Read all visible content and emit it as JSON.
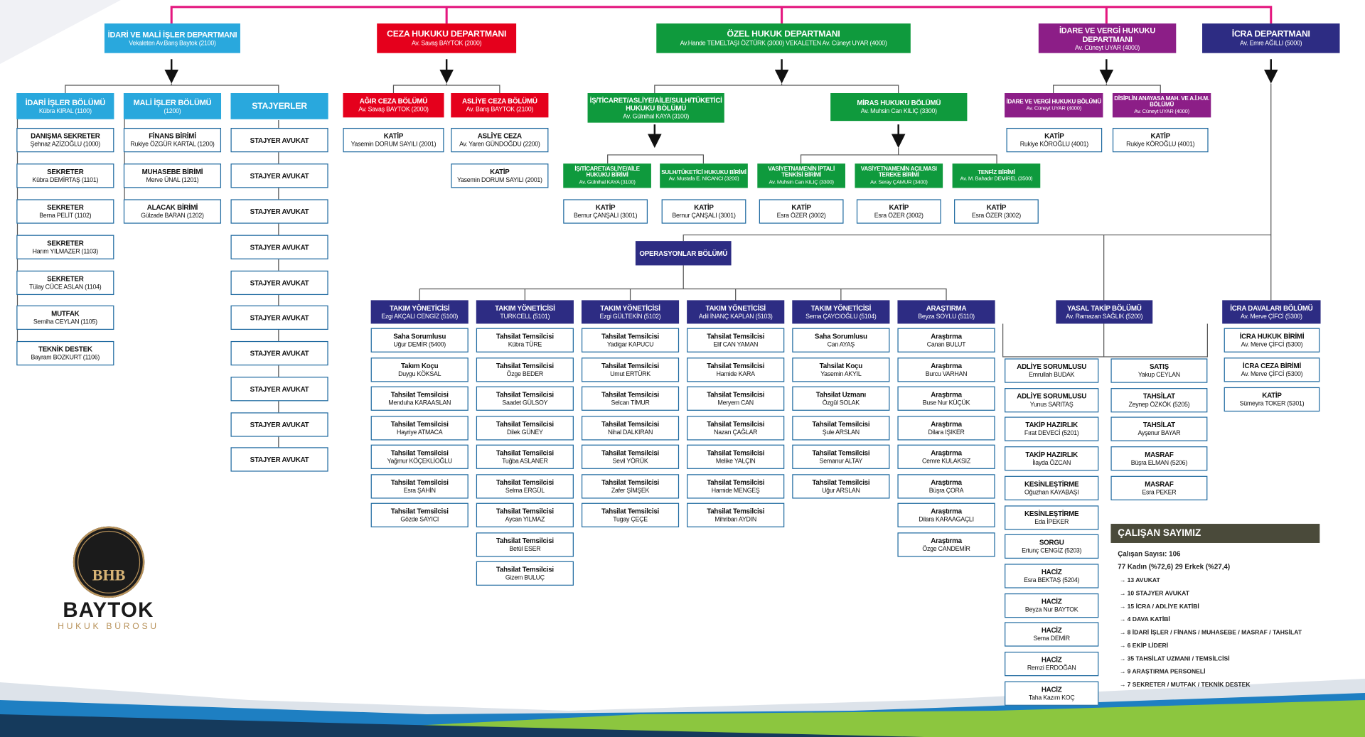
{
  "departments": {
    "idari_mali": {
      "title": "İDARİ VE MALİ İŞLER DEPARTMANI",
      "sub": "Vekaleten Av.Barış Baytok (2100)"
    },
    "ceza": {
      "title": "CEZA HUKUKU DEPARTMANI",
      "sub": "Av. Savaş BAYTOK (2000)"
    },
    "ozel": {
      "title": "ÖZEL HUKUK DEPARTMANI",
      "sub": "Av.Hande TEMELTAŞI ÖZTÜRK (3000) VEKALETEN Av. Cüneyt UYAR (4000)"
    },
    "idare_vergi": {
      "title": "İDARE VE VERGİ HUKUKU DEPARTMANI",
      "sub": "Av. Cüneyt UYAR (4000)"
    },
    "icra": {
      "title": "İCRA DEPARTMANI",
      "sub": "Av. Emre AĞILLI (5000)"
    }
  },
  "idari_bolum": {
    "title": "İDARİ İŞLER BÖLÜMÜ",
    "sub": "Kübra KIRAL (1100)"
  },
  "mali_bolum": {
    "title": "MALİ İŞLER BÖLÜMÜ",
    "sub": "(1200)"
  },
  "stajyerler": {
    "title": "STAJYERLER"
  },
  "idari_staff": [
    {
      "t": "DANIŞMA SEKRETER",
      "s": "Şehnaz AZİZOĞLU (1000)"
    },
    {
      "t": "SEKRETER",
      "s": "Kübra DEMİRTAŞ (1101)"
    },
    {
      "t": "SEKRETER",
      "s": "Berna PELİT (1102)"
    },
    {
      "t": "SEKRETER",
      "s": "Harım YILMAZER (1103)"
    },
    {
      "t": "SEKRETER",
      "s": "Tülay CÜCE ASLAN (1104)"
    },
    {
      "t": "MUTFAK",
      "s": "Semiha CEYLAN (1105)"
    },
    {
      "t": "TEKNİK DESTEK",
      "s": "Bayram BOZKURT (1106)"
    }
  ],
  "mali_staff": [
    {
      "t": "FİNANS BİRİMİ",
      "s": "Rukiye ÖZGÜR KARTAL (1200)"
    },
    {
      "t": "MUHASEBE BİRİMİ",
      "s": "Merve ÜNAL (1201)"
    },
    {
      "t": "ALACAK BİRİMİ",
      "s": "Gülzade BARAN (1202)"
    }
  ],
  "stajyer_label": "STAJYER AVUKAT",
  "ceza_units": [
    {
      "t": "AĞIR CEZA BÖLÜMÜ",
      "s": "Av. Savaş BAYTOK (2000)"
    },
    {
      "t": "ASLİYE CEZA BÖLÜMÜ",
      "s": "Av. Barış BAYTOK (2100)"
    }
  ],
  "ceza_staff": {
    "agir_katip": {
      "t": "KATİP",
      "s": "Yasemin DORUM SAYILI (2001)"
    },
    "asliye_ceza": {
      "t": "ASLİYE CEZA",
      "s": "Av. Yaren GÜNDOĞDU (2200)"
    },
    "asliye_katip": {
      "t": "KATİP",
      "s": "Yasemin DORUM SAYILI (2001)"
    }
  },
  "ozel_units": [
    {
      "t": "İŞ/TİCARET/ASLİYE/AİLE/SULH/TÜKETİCİ HUKUKU BÖLÜMÜ",
      "s": "Av. Gülnihal KAYA (3100)"
    },
    {
      "t": "MİRAS HUKUKU BÖLÜMÜ",
      "s": "Av. Muhsin Can KILIÇ (3300)"
    }
  ],
  "ozel_subunits": [
    {
      "t": "İŞ/TİCARET/ASLİYE/AİLE HUKUKU BİRİMİ",
      "s": "Av. Gülnihal KAYA (3100)"
    },
    {
      "t": "SULH/TÜKETİCİ HUKUKU BİRİMİ",
      "s": "Av. Mustafa E. NİCANCI (3200)"
    },
    {
      "t": "VASİYETNAMENİN İPTALİ TENKİSİ BİRİMİ",
      "s": "Av. Muhsin Can KILIÇ (3300)"
    },
    {
      "t": "VASİYETNAMENİN AÇILMASI TEREKE BİRİMİ",
      "s": "Av. Seray ÇAMUR (3400)"
    },
    {
      "t": "TENFİZ BİRİMİ",
      "s": "Av. M. Bahadır DEMİREL (3500)"
    }
  ],
  "ozel_katips": [
    {
      "t": "KATİP",
      "s": "Bernur ÇANŞALI (3001)"
    },
    {
      "t": "KATİP",
      "s": "Bernur ÇANŞALI (3001)"
    },
    {
      "t": "KATİP",
      "s": "Esra ÖZER (3002)"
    },
    {
      "t": "KATİP",
      "s": "Esra ÖZER (3002)"
    },
    {
      "t": "KATİP",
      "s": "Esra ÖZER (3002)"
    }
  ],
  "idare_units": [
    {
      "t": "İDARE VE VERGİ HUKUKU BÖLÜMÜ",
      "s": "Av. Cüneyt UYAR (4000)"
    },
    {
      "t": "DİSİPLİN ANAYASA MAH. VE A.İ.H.M. BÖLÜMÜ",
      "s": "Av. Cüneyt UYAR (4000)"
    }
  ],
  "idare_katips": [
    {
      "t": "KATİP",
      "s": "Rukiye KÖROĞLU (4001)"
    },
    {
      "t": "KATİP",
      "s": "Rukiye KÖROĞLU (4001)"
    }
  ],
  "operasyon": {
    "title": "OPERASYONLAR BÖLÜMÜ"
  },
  "teams": [
    {
      "t": "TAKIM YÖNETİCİSİ",
      "s": "Ezgi AKÇALI CENGİZ (5100)",
      "members": [
        {
          "t": "Saha Sorumlusu",
          "s": "Uğur DEMİR (5400)"
        },
        {
          "t": "Takım Koçu",
          "s": "Duygu KÖKSAL"
        },
        {
          "t": "Tahsilat Temsilcisi",
          "s": "Menduha KARAASLAN"
        },
        {
          "t": "Tahsilat Temsilcisi",
          "s": "Hayriye ATMACA"
        },
        {
          "t": "Tahsilat Temsilcisi",
          "s": "Yağmur KÖÇEKLİOĞLU"
        },
        {
          "t": "Tahsilat Temsilcisi",
          "s": "Esra ŞAHİN"
        },
        {
          "t": "Tahsilat Temsilcisi",
          "s": "Gözde SAYICI"
        }
      ]
    },
    {
      "t": "TAKIM YÖNETİCİSİ",
      "s": "TURKCELL (5101)",
      "members": [
        {
          "t": "Tahsilat Temsilcisi",
          "s": "Kübra TÜRE"
        },
        {
          "t": "Tahsilat Temsilcisi",
          "s": "Özge BEDER"
        },
        {
          "t": "Tahsilat Temsilcisi",
          "s": "Saadet GÜLSOY"
        },
        {
          "t": "Tahsilat Temsilcisi",
          "s": "Dilek GÜNEY"
        },
        {
          "t": "Tahsilat Temsilcisi",
          "s": "Tuğba ASLANER"
        },
        {
          "t": "Tahsilat Temsilcisi",
          "s": "Selma ERGÜL"
        },
        {
          "t": "Tahsilat Temsilcisi",
          "s": "Aycan YILMAZ"
        },
        {
          "t": "Tahsilat Temsilcisi",
          "s": "Betül ESER"
        },
        {
          "t": "Tahsilat Temsilcisi",
          "s": "Gizem BULUÇ"
        }
      ]
    },
    {
      "t": "TAKIM YÖNETİCİSİ",
      "s": "Ezgi GÜLTEKİN (5102)",
      "members": [
        {
          "t": "Tahsilat Temsilcisi",
          "s": "Yadigar KAPUCU"
        },
        {
          "t": "Tahsilat Temsilcisi",
          "s": "Umut ERTÜRK"
        },
        {
          "t": "Tahsilat Temsilcisi",
          "s": "Selcan TİMUR"
        },
        {
          "t": "Tahsilat Temsilcisi",
          "s": "Nihal DALKIRAN"
        },
        {
          "t": "Tahsilat Temsilcisi",
          "s": "Sevil YÖRÜK"
        },
        {
          "t": "Tahsilat Temsilcisi",
          "s": "Zafer ŞİMŞEK"
        },
        {
          "t": "Tahsilat Temsilcisi",
          "s": "Tugay ÇEÇE"
        }
      ]
    },
    {
      "t": "TAKIM YÖNETİCİSİ",
      "s": "Adil İNANÇ KAPLAN (5103)",
      "members": [
        {
          "t": "Tahsilat Temsilcisi",
          "s": "Elif CAN YAMAN"
        },
        {
          "t": "Tahsilat Temsilcisi",
          "s": "Hamide KARA"
        },
        {
          "t": "Tahsilat Temsilcisi",
          "s": "Meryem CAN"
        },
        {
          "t": "Tahsilat Temsilcisi",
          "s": "Nazan ÇAĞLAR"
        },
        {
          "t": "Tahsilat Temsilcisi",
          "s": "Melike YALÇIN"
        },
        {
          "t": "Tahsilat Temsilcisi",
          "s": "Hamide MENGEŞ"
        },
        {
          "t": "Tahsilat Temsilcisi",
          "s": "Mihriban AYDIN"
        }
      ]
    },
    {
      "t": "TAKIM YÖNETİCİSİ",
      "s": "Sema ÇAYCIOĞLU (5104)",
      "members": [
        {
          "t": "Saha Sorumlusu",
          "s": "Can AYAŞ"
        },
        {
          "t": "Tahsilat Koçu",
          "s": "Yasemin AKYIL"
        },
        {
          "t": "Tahsilat Uzmanı",
          "s": "Özgül SOLAK"
        },
        {
          "t": "Tahsilat Temsilcisi",
          "s": "Şule ARSLAN"
        },
        {
          "t": "Tahsilat Temsilcisi",
          "s": "Semanur ALTAY"
        },
        {
          "t": "Tahsilat Temsilcisi",
          "s": "Uğur ARSLAN"
        }
      ]
    },
    {
      "t": "ARAŞTIRMA",
      "s": "Beyza SOYLU (5110)",
      "members": [
        {
          "t": "Araştırma",
          "s": "Canan BULUT"
        },
        {
          "t": "Araştırma",
          "s": "Burcu VARHAN"
        },
        {
          "t": "Araştırma",
          "s": "Buse Nur KÜÇÜK"
        },
        {
          "t": "Araştırma",
          "s": "Dilara IŞIKER"
        },
        {
          "t": "Araştırma",
          "s": "Cemre KULAKSIZ"
        },
        {
          "t": "Araştırma",
          "s": "Büşra ÇORA"
        },
        {
          "t": "Araştırma",
          "s": "Dilara KARAAGAÇLI"
        },
        {
          "t": "Araştırma",
          "s": "Özge CANDEMİR"
        }
      ]
    }
  ],
  "yasal_takip": {
    "t": "YASAL TAKİP BÖLÜMÜ",
    "s": "Av. Ramazan SAĞLIK (5200)",
    "left": [
      {
        "t": "ADLİYE SORUMLUSU",
        "s": "Emrullah BUDAK"
      },
      {
        "t": "ADLİYE SORUMLUSU",
        "s": "Yunus SARITAŞ"
      },
      {
        "t": "TAKİP HAZIRLIK",
        "s": "Fırat DEVECİ (5201)"
      },
      {
        "t": "TAKİP HAZIRLIK",
        "s": "İlayda ÖZCAN"
      },
      {
        "t": "KESİNLEŞTİRME",
        "s": "Oğuzhan KAYABAŞI"
      },
      {
        "t": "KESİNLEŞTİRME",
        "s": "Eda İPEKER"
      },
      {
        "t": "SORGU",
        "s": "Ertunç CENGİZ (5203)"
      },
      {
        "t": "HACİZ",
        "s": "Esra BEKTAŞ (5204)"
      },
      {
        "t": "HACİZ",
        "s": "Beyza Nur BAYTOK"
      },
      {
        "t": "HACİZ",
        "s": "Sema DEMİR"
      },
      {
        "t": "HACİZ",
        "s": "Remzi ERDOĞAN"
      },
      {
        "t": "HACİZ",
        "s": "Taha Kazım KOÇ"
      }
    ],
    "right": [
      {
        "t": "SATIŞ",
        "s": "Yakup CEYLAN"
      },
      {
        "t": "TAHSİLAT",
        "s": "Zeynep ÖZKÖK (5205)"
      },
      {
        "t": "TAHSİLAT",
        "s": "Ayşenur BAYAR"
      },
      {
        "t": "MASRAF",
        "s": "Büşra  ELMAN (5206)"
      },
      {
        "t": "MASRAF",
        "s": "Esra PEKER"
      }
    ]
  },
  "icra_davalari": {
    "t": "İCRA DAVALARI BÖLÜMÜ",
    "s": "Av. Merve ÇİFCİ (5300)",
    "members": [
      {
        "t": "İCRA HUKUK BİRİMİ",
        "s": "Av. Merve ÇİFCİ (5300)"
      },
      {
        "t": "İCRA CEZA BİRİMİ",
        "s": "Av. Merve ÇİFCİ (5300)"
      },
      {
        "t": "KATİP",
        "s": "Sümeyra TOKER (5301)"
      }
    ]
  },
  "employees": {
    "title": "ÇALIŞAN SAYIMIZ",
    "count": "Çalışan Sayısı: 106",
    "gender": "77 Kadın (%72,6)  29 Erkek (%27,4)",
    "items": [
      "→ 13 AVUKAT",
      "→ 10 STAJYER AVUKAT",
      "→ 15 İCRA / ADLİYE KATİBİ",
      "→ 4 DAVA KATİBİ",
      "→ 8 İDARİ İŞLER / FİNANS / MUHASEBE / MASRAF / TAHSİLAT",
      "→ 6 EKİP LİDERİ",
      "→ 35 TAHSİLAT UZMANI / TEMSİLCİSİ",
      "→ 9 ARAŞTIRMA PERSONELİ",
      "→ 7 SEKRETER / MUTFAK / TEKNİK DESTEK"
    ]
  },
  "logo": {
    "monogram": "BHB",
    "name": "BAYTOK",
    "sub": "HUKUK BÜROSU"
  },
  "colors": {
    "blue": "#29a8dd",
    "red": "#e5001c",
    "green": "#0f9a3d",
    "purple": "#8c1e87",
    "navy": "#2d2c83",
    "top_line": "#e4177f"
  }
}
